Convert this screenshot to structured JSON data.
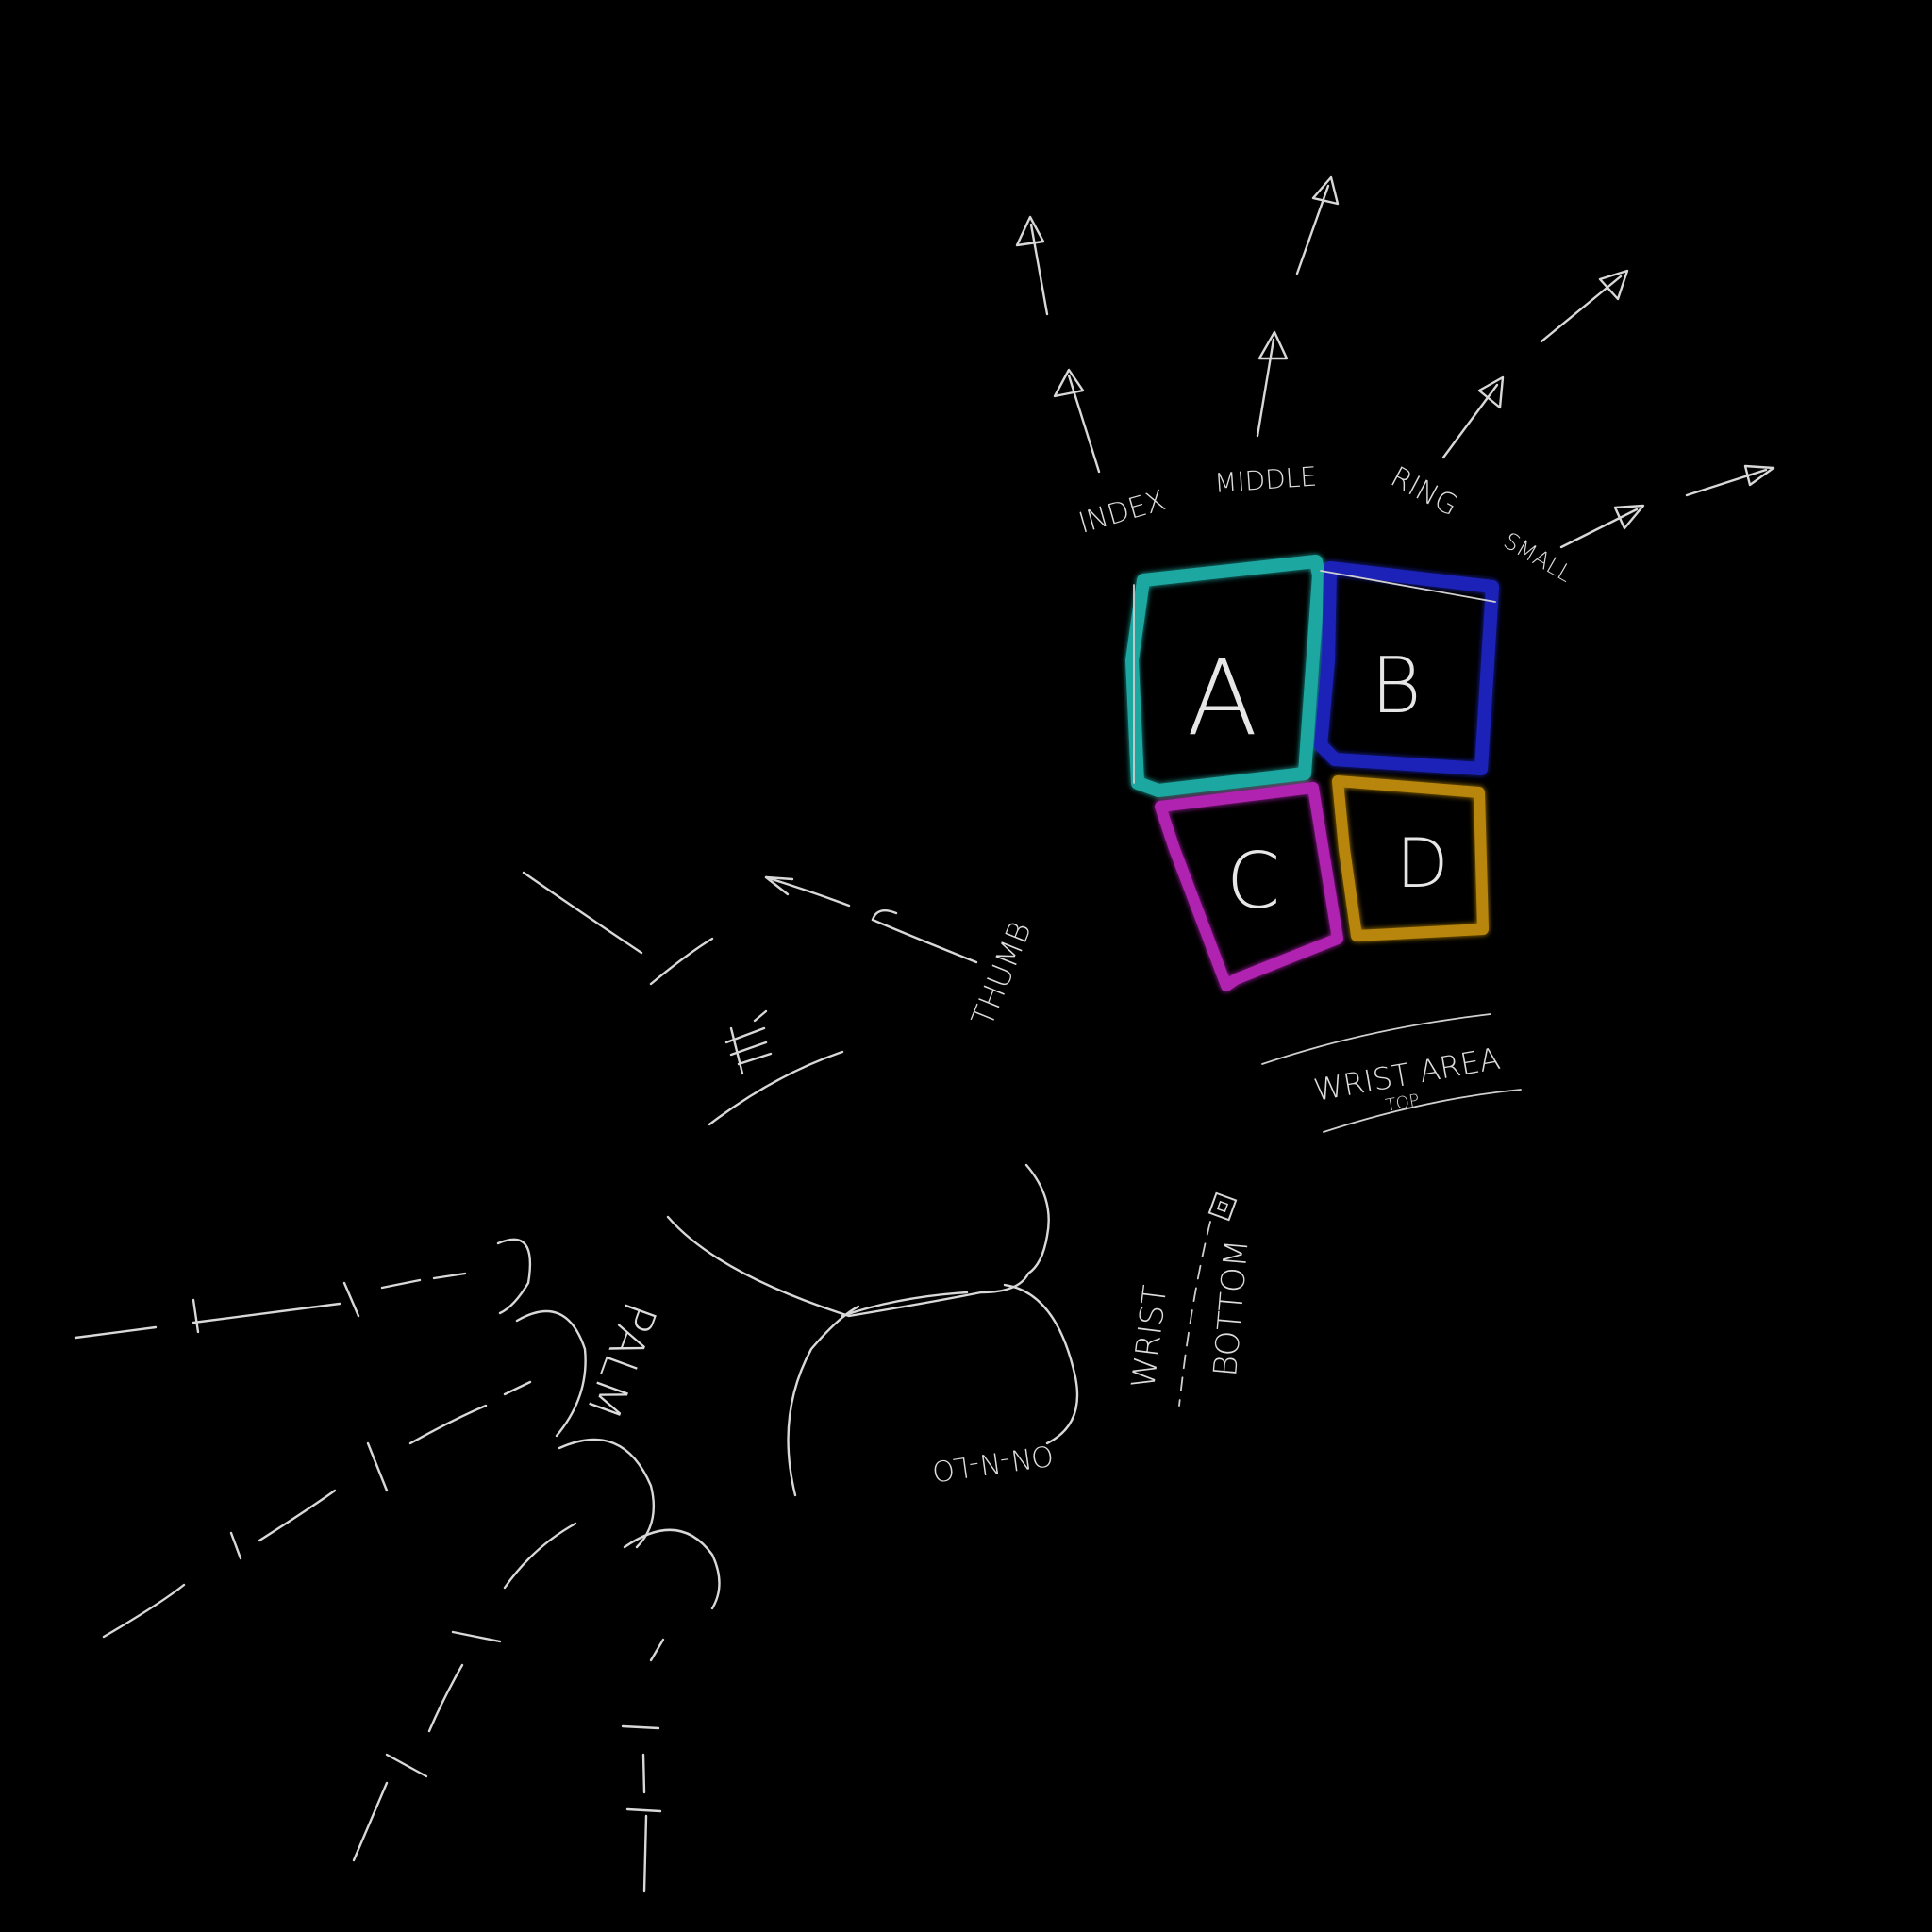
{
  "labels": {
    "index": "INDEX",
    "middle": "MIDDLE",
    "ring": "RING",
    "small": "SMALL",
    "thumb": "THUMB",
    "wrist_area": "WRIST AREA",
    "wrist_area_sub": "TOP",
    "wrist": "WRIST",
    "bottom": "BOTTOM",
    "palm": "PALM",
    "palm_mirrored_note": "ON-N-LO"
  },
  "boxes": [
    {
      "letter": "A",
      "color": "#1fa7a1"
    },
    {
      "letter": "B",
      "color": "#1c24b8"
    },
    {
      "letter": "C",
      "color": "#b020b0"
    },
    {
      "letter": "D",
      "color": "#b8860b"
    }
  ],
  "colors": {
    "background": "#000000",
    "stroke": "#d8d8d8"
  }
}
